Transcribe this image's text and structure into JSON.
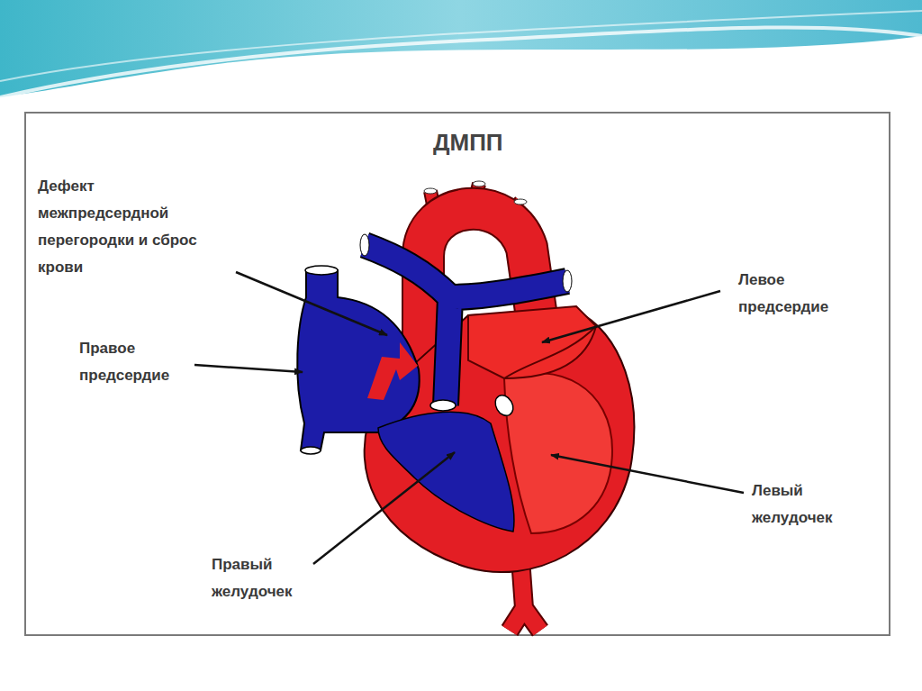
{
  "diagram": {
    "title": "ДМПП",
    "labels": [
      "Дефект межпредсердной перегородки и сброс крови",
      "Правое предсердие",
      "Левое предсердие",
      "Левый желудочек",
      "Правый желудочек"
    ]
  }
}
